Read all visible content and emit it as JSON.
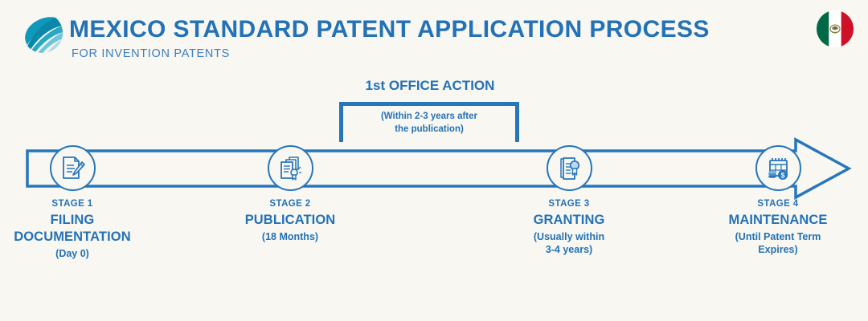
{
  "header": {
    "logo_icon": "globe-swoosh-logo",
    "title": "MEXICO STANDARD PATENT APPLICATION PROCESS",
    "subtitle": "FOR INVENTION PATENTS",
    "flag_icon": "mexico-flag-icon",
    "flag_colors": {
      "green": "#006847",
      "white": "#FFFFFF",
      "red": "#CE1126"
    }
  },
  "callout": {
    "title": "1st OFFICE ACTION",
    "note": "(Within 2-3 years after\nthe publication)",
    "note_line1": "(Within 2-3 years after",
    "note_line2": "the publication)"
  },
  "timeline": {
    "arrow_color": "#2776BA",
    "background": "#F8F7F2",
    "accent": "#2472B6",
    "stages": [
      {
        "number": "STAGE 1",
        "name_line1": "FILING",
        "name_line2": "DOCUMENTATION",
        "detail_line1": "(Day 0)",
        "detail_line2": "",
        "icon": "document-pencil-icon"
      },
      {
        "number": "STAGE 2",
        "name_line1": "PUBLICATION",
        "name_line2": "",
        "detail_line1": "(18 Months)",
        "detail_line2": "",
        "icon": "stacked-documents-icon"
      },
      {
        "number": "STAGE 3",
        "name_line1": "GRANTING",
        "name_line2": "",
        "detail_line1": "(Usually within",
        "detail_line2": "3-4 years)",
        "icon": "certificate-seal-icon"
      },
      {
        "number": "STAGE 4",
        "name_line1": "MAINTENANCE",
        "name_line2": "",
        "detail_line1": "(Until Patent Term",
        "detail_line2": "Expires)",
        "icon": "calendar-coins-icon"
      }
    ]
  }
}
